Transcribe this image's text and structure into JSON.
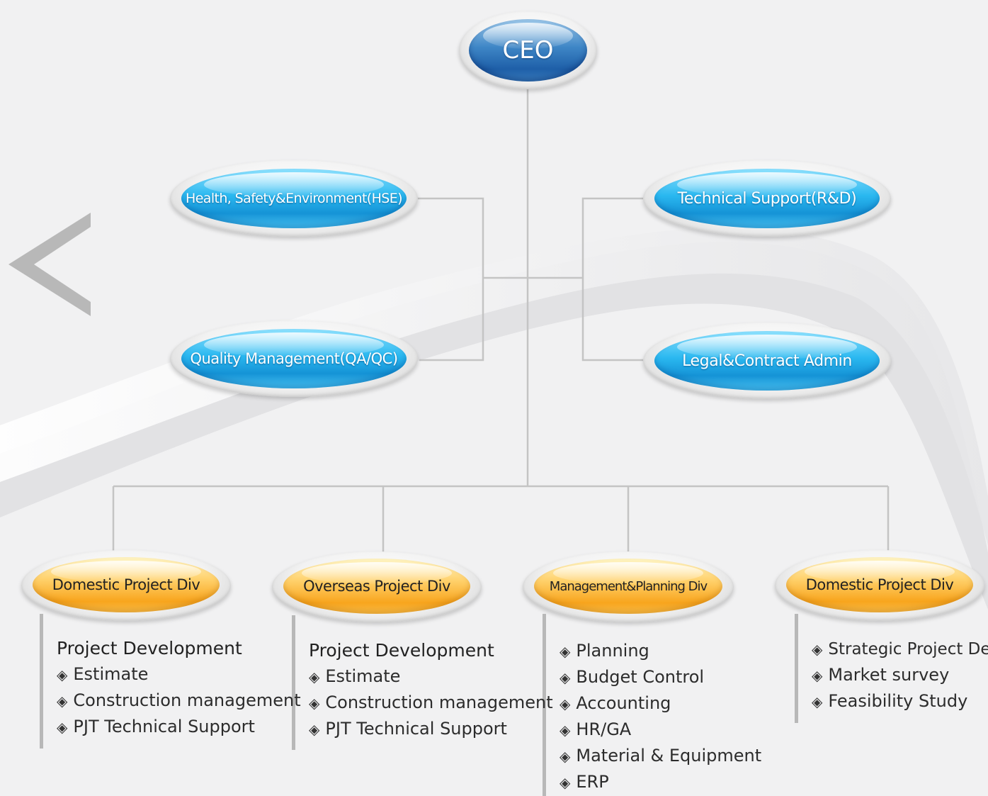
{
  "ceo": {
    "label": "CEO"
  },
  "staff_units": [
    {
      "id": "hse",
      "label": "Health, Safety&Environment(HSE)"
    },
    {
      "id": "qa",
      "label": "Quality Management(QA/QC)"
    },
    {
      "id": "rd",
      "label": "Technical Support(R&D)"
    },
    {
      "id": "legal",
      "label": "Legal&Contract Admin"
    }
  ],
  "divisions": [
    {
      "label": "Domestic Project Div",
      "heading": "Project Development",
      "items": [
        "Estimate",
        "Construction management",
        "PJT Technical Support"
      ]
    },
    {
      "label": "Overseas Project Div",
      "heading": "Project Development",
      "items": [
        "Estimate",
        "Construction management",
        "PJT Technical Support"
      ]
    },
    {
      "label": "Management&Planning Div",
      "heading": "",
      "items": [
        "Planning",
        "Budget Control",
        "Accounting",
        "HR/GA",
        "Material & Equipment",
        "ERP"
      ]
    },
    {
      "label": "Domestic Project Div",
      "heading": "",
      "items": [
        "Strategic Project Dev.",
        "Market survey",
        "Feasibility Study"
      ]
    }
  ],
  "bullet_glyph": "◈",
  "colors": {
    "connector": "#c4c4c4",
    "ceo_blue": "#2a6db5",
    "staff_blue": "#22aee8",
    "division_orange": "#f9b02c",
    "back_arrow": "#b5b5b5"
  },
  "icons": {
    "back_arrow": "chevron-left-icon"
  }
}
